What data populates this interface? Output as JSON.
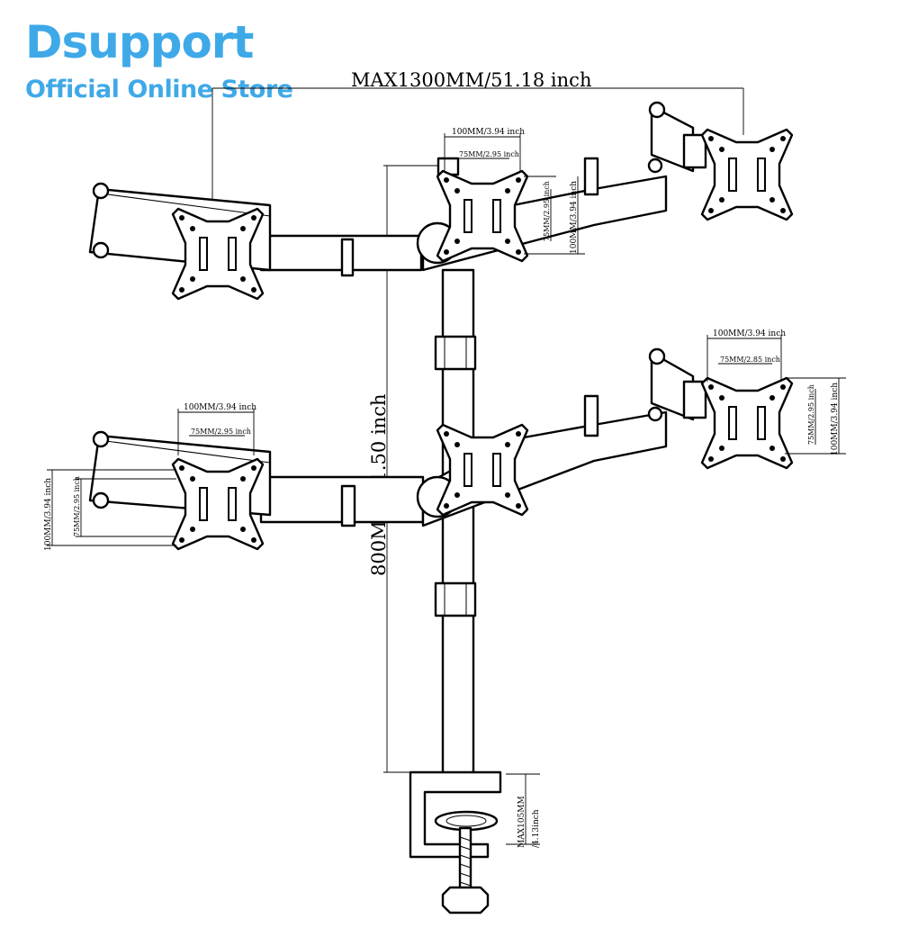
{
  "brand": {
    "name": "Dsupport",
    "tagline": "Official Online Store",
    "color": "#3fa9e8"
  },
  "dimensions": {
    "max_width": "MAX1300MM/51.18 inch",
    "pole_height": "800MM/31.50 inch",
    "clamp_max_line1": "MAX105MM",
    "clamp_max_line2": "/4.13inch",
    "vesa_100": "100MM/3.94 inch",
    "vesa_75": "75MM/2.95 inch",
    "vesa_75_alt": "75MM/2.85 inch"
  }
}
